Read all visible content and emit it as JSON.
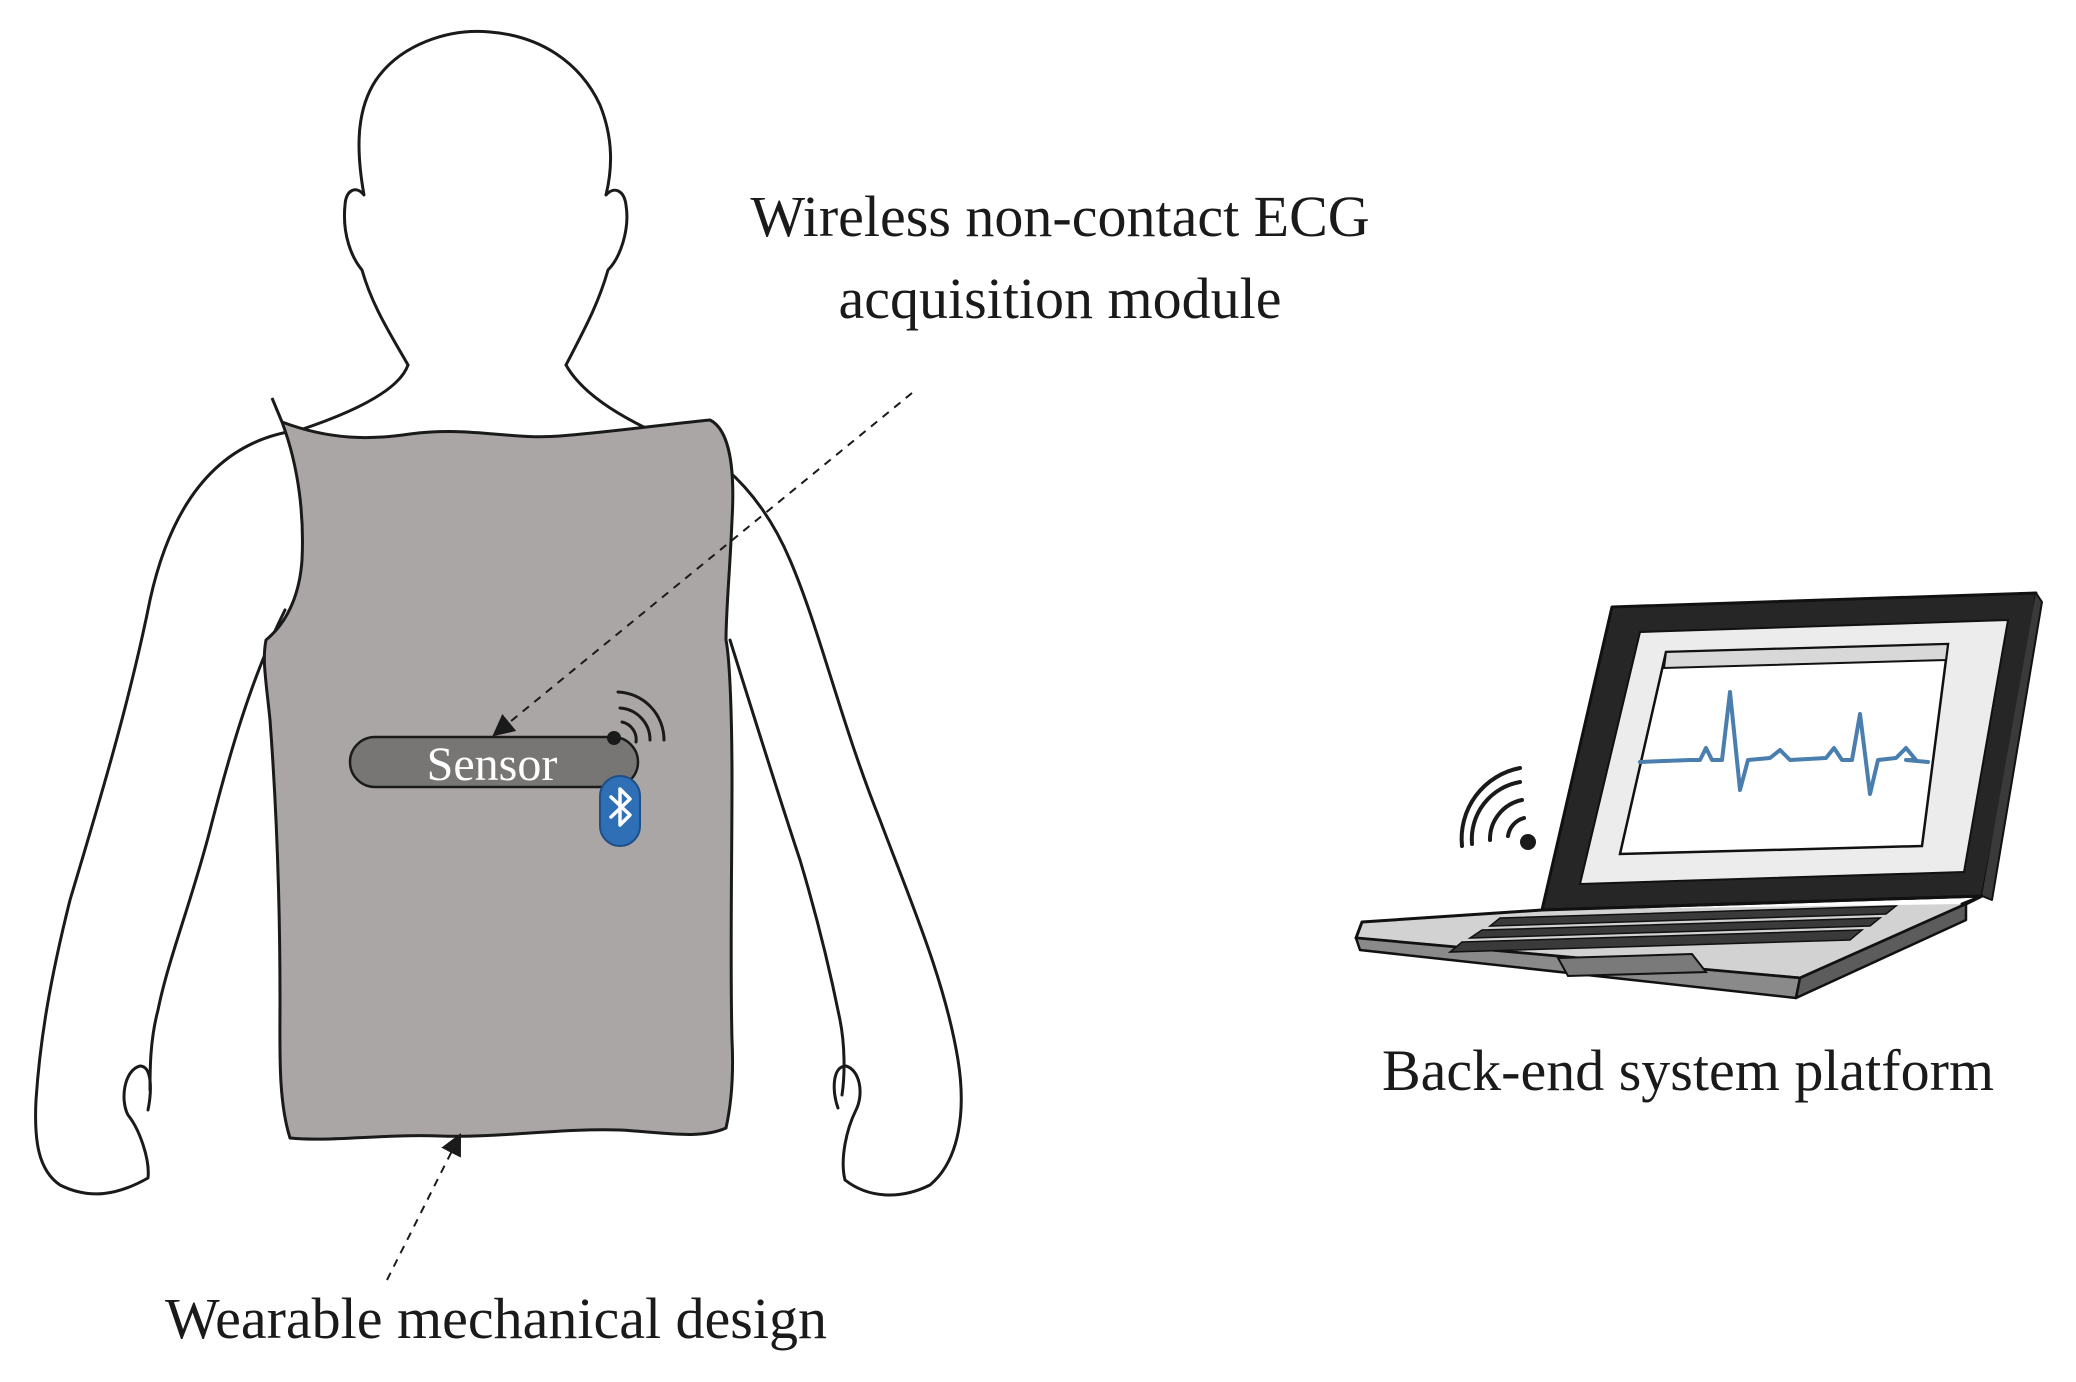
{
  "labels": {
    "module_line1": "Wireless non-contact ECG",
    "module_line2": "acquisition module",
    "sensor": "Sensor",
    "backend": "Back-end system platform",
    "wearable": "Wearable mechanical design"
  },
  "icons": {
    "bluetooth": "bluetooth-icon",
    "wireless_shirt": "wireless-signal-icon",
    "wireless_laptop": "wireless-signal-icon",
    "ecg_waveform": "ecg-waveform-icon"
  },
  "colors": {
    "vest_fill": "#aaa6a5",
    "sensor_fill": "#777675",
    "bluetooth_blue": "#2f6fb5",
    "ecg_line": "#4a7eae",
    "outline": "#1a1a1a",
    "laptop_frame": "#262626",
    "laptop_screen": "#ececec",
    "laptop_base": "#d2d2d2"
  }
}
